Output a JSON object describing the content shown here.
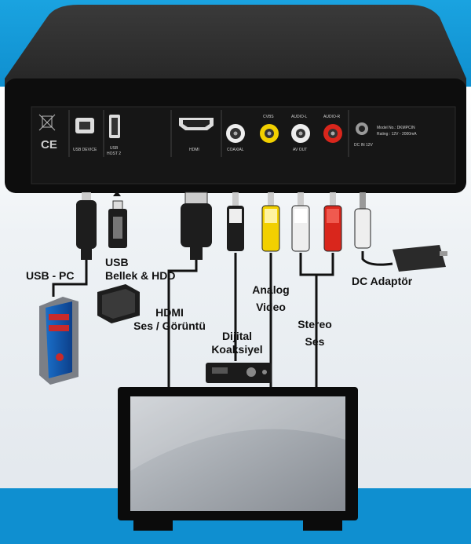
{
  "device": {
    "panel_labels": {
      "usb_device": "USB DEVICE",
      "usb_host": "USB",
      "usb_host2": "HOST 2",
      "hdmi": "HDMI",
      "coaxial": "COAXIAL",
      "cvbs": "CVBS",
      "audio_l": "AUDIO-L",
      "audio_r": "AUDIO-R",
      "av_out": "AV OUT",
      "dc_in": "DC IN 12V",
      "model": "Model No.: DKMPCIN",
      "rating": "Rating : 12V - 2000mA"
    },
    "ce_mark": "CE"
  },
  "labels": {
    "usb_pc": "USB - PC",
    "usb_storage_line1": "USB",
    "usb_storage_line2": "Bellek & HDD",
    "hdmi_line1": "HDMI",
    "hdmi_line2": "Ses / Görüntü",
    "coax_line1": "Dijital",
    "coax_line2": "Koaksiyel",
    "video_line1": "Analog",
    "video_line2": "Video",
    "stereo_line1": "Stereo",
    "stereo_line2": "Ses",
    "dc": "DC Adaptör"
  },
  "colors": {
    "background_top": "#1aa3e0",
    "background_bottom_band": "#0f8fd0",
    "device_body": "#111111",
    "rca_yellow": "#f2d000",
    "rca_white": "#eeeeee",
    "rca_red": "#d9261c"
  }
}
